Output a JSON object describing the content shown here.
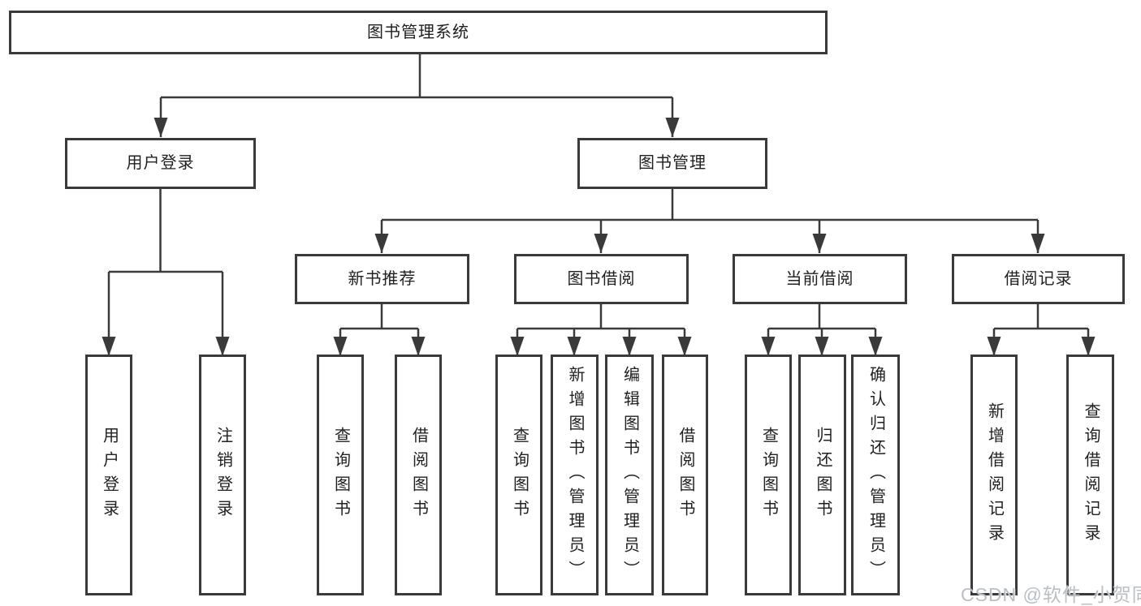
{
  "colors": {
    "line": "#3a3a3a",
    "box_border": "#3a3a3a",
    "text": "#212121",
    "background": "#ffffff",
    "watermark_text": "#b9bfc4"
  },
  "diagram": {
    "root": "图书管理系统",
    "branches": [
      {
        "label": "用户登录",
        "children": [
          "用户登录",
          "注销登录"
        ]
      },
      {
        "label": "图书管理",
        "groups": [
          {
            "label": "新书推荐",
            "children": [
              "查询图书",
              "借阅图书"
            ]
          },
          {
            "label": "图书借阅",
            "children": [
              "查询图书",
              "新增图书（管理员）",
              "编辑图书（管理员）",
              "借阅图书"
            ]
          },
          {
            "label": "当前借阅",
            "children": [
              "查询图书",
              "归还图书",
              "确认归还（管理员）"
            ]
          },
          {
            "label": "借阅记录",
            "children": [
              "新增借阅记录",
              "查询借阅记录"
            ]
          }
        ]
      }
    ]
  },
  "watermark": {
    "text": "CSDN @软件_小贺同学"
  }
}
